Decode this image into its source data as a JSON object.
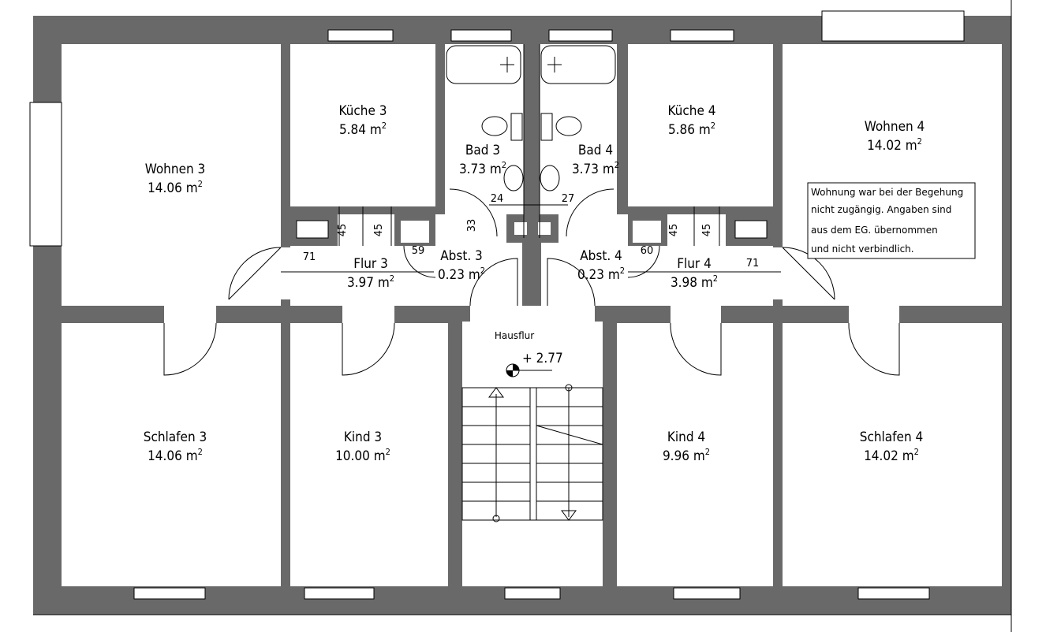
{
  "rooms": [
    {
      "id": "wohnen-3",
      "name": "Wohnen 3",
      "area": "14.06 m"
    },
    {
      "id": "kueche-3",
      "name": "Küche 3",
      "area": "5.84 m"
    },
    {
      "id": "bad-3",
      "name": "Bad 3",
      "area": "3.73 m"
    },
    {
      "id": "bad-4",
      "name": "Bad 4",
      "area": "3.73 m"
    },
    {
      "id": "kueche-4",
      "name": "Küche 4",
      "area": "5.86 m"
    },
    {
      "id": "wohnen-4",
      "name": "Wohnen 4",
      "area": "14.02 m"
    },
    {
      "id": "flur-3",
      "name": "Flur 3",
      "area": "3.97 m"
    },
    {
      "id": "abst-3",
      "name": "Abst. 3",
      "area": "0.23 m"
    },
    {
      "id": "abst-4",
      "name": "Abst. 4",
      "area": "0.23 m"
    },
    {
      "id": "flur-4",
      "name": "Flur 4",
      "area": "3.98 m"
    },
    {
      "id": "schlafen-3",
      "name": "Schlafen 3",
      "area": "14.06 m"
    },
    {
      "id": "kind-3",
      "name": "Kind 3",
      "area": "10.00 m"
    },
    {
      "id": "kind-4",
      "name": "Kind 4",
      "area": "9.96 m"
    },
    {
      "id": "schlafen-4",
      "name": "Schlafen 4",
      "area": "14.02 m"
    }
  ],
  "area_unit_exponent": "2",
  "hausflur": {
    "label": "Hausflur",
    "level": "+ 2.77"
  },
  "dimensions": [
    "45",
    "45",
    "71",
    "59",
    "33",
    "24",
    "27",
    "45",
    "45",
    "60",
    "71"
  ],
  "note": [
    "Wohnung war bei der Begehung",
    "nicht zugängig. Angaben sind",
    "aus dem EG. übernommen",
    "und nicht verbindlich."
  ]
}
